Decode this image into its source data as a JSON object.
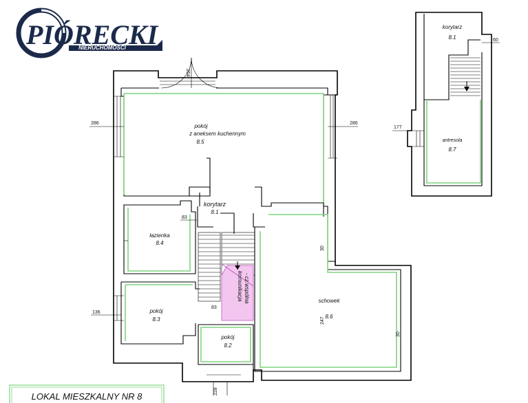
{
  "logo": {
    "brand": "PIÓRECKI",
    "sub": "NIERUCHOMOŚCI",
    "color_dark": "#1b2a4a",
    "color_accent": "#2b3f6e"
  },
  "title": "LOKAL MIESZKALNY NR 8",
  "rooms": {
    "r85": {
      "name": "pokój",
      "name2": "z aneksem kuchennym",
      "num": "8.5"
    },
    "r81": {
      "name": "korytarz",
      "num": "8.1"
    },
    "r84": {
      "name": "łazienka",
      "num": "8.4"
    },
    "r83": {
      "name": "pokój",
      "num": "8.3"
    },
    "r82": {
      "name": "pokój",
      "num": "8.2"
    },
    "r86": {
      "name": "schowek",
      "num": "8.6"
    },
    "r81b": {
      "name": "korytarz",
      "num": "8.1"
    },
    "r87": {
      "name": "antresola",
      "num": "8.7"
    },
    "common": {
      "line1": "komunikacja",
      "line2": "- cz.wspólna"
    }
  },
  "dims": {
    "d286a": "286",
    "d286b": "286",
    "d264": "264",
    "d83a": "83",
    "d83b": "83",
    "d136": "136",
    "d228": "228",
    "d177": "177",
    "d60": "60",
    "d247": "247",
    "d30a": "30",
    "d30b": "30"
  },
  "colors": {
    "wall": "#000000",
    "insulation": "#7fd37f",
    "common_area": "#f3c6ef",
    "common_stroke": "#c050c0"
  }
}
